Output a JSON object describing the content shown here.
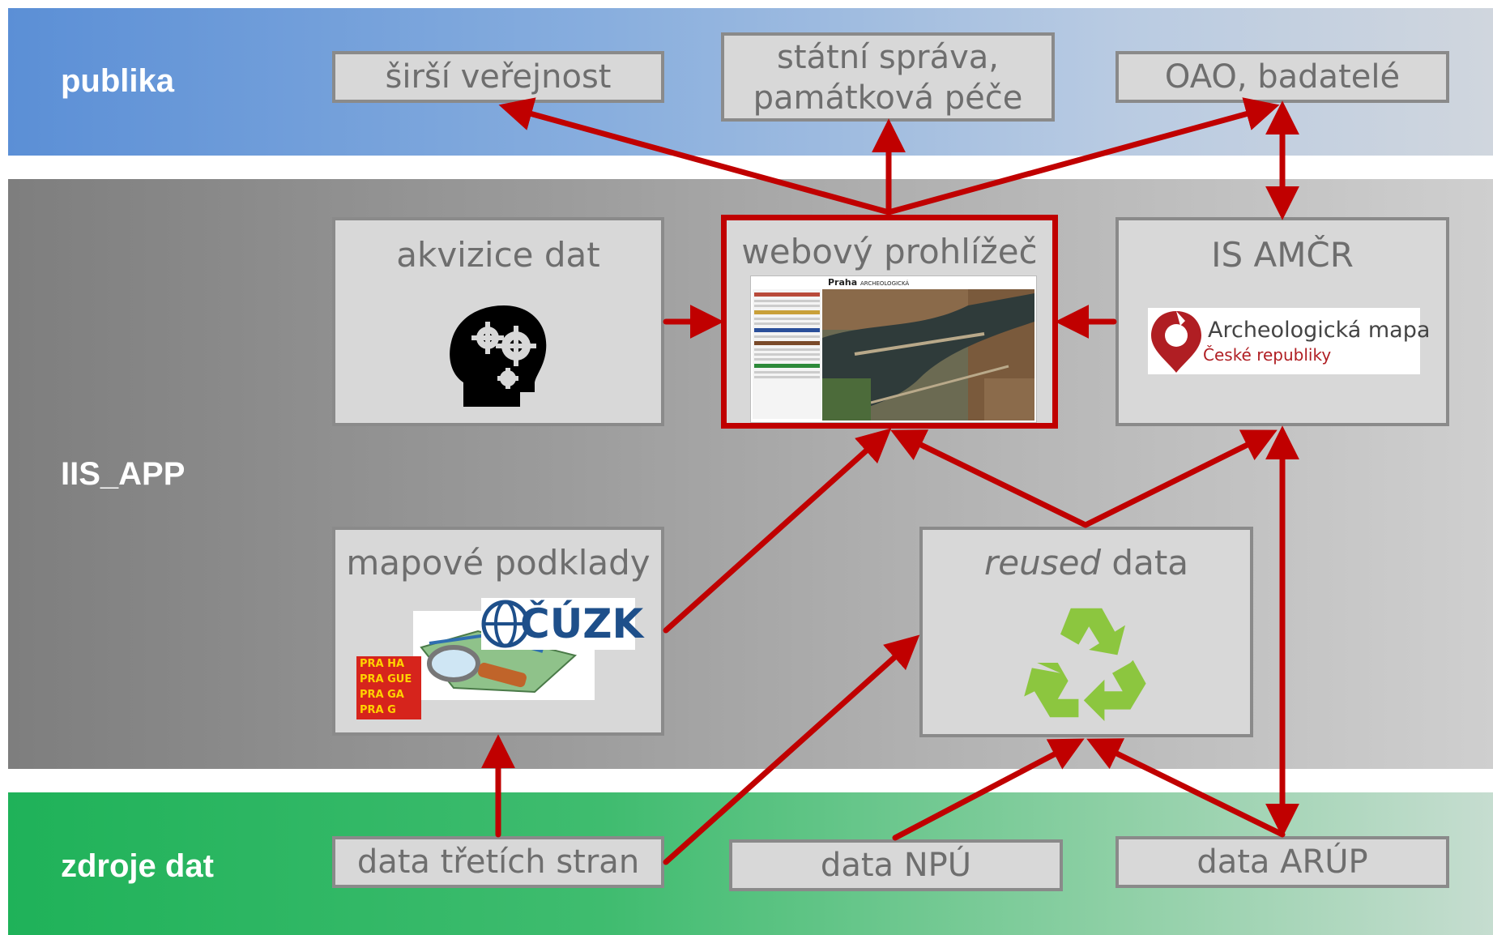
{
  "bands": {
    "top": "publika",
    "middle": "IIS_APP",
    "bottom": "zdroje dat"
  },
  "audience": {
    "public": "širší veřejnost",
    "state": "státní správa, památková péče",
    "state_line1": "státní správa,",
    "state_line2": "památková péče",
    "oao": "OAO, badatelé"
  },
  "app": {
    "acquisition": "akvizice dat",
    "viewer": "webový prohlížeč",
    "amcr": "IS AMČR",
    "maps": "mapové podklady",
    "reused_em": "reused",
    "reused_rest": " data"
  },
  "sources": {
    "third": "data třetích stran",
    "npu": "data NPÚ",
    "arup": "data ARÚP"
  },
  "logos": {
    "amcr_line1": "Archeologická mapa",
    "amcr_line2": "České republiky",
    "cuzk": "ČÚZK",
    "prague_rows": [
      "PRA HA",
      "PRA GUE",
      "PRA GA",
      "PRA G"
    ],
    "viewer_brand": "Praha",
    "viewer_brand_sub": "ARCHEOLOGICKÁ"
  },
  "colors": {
    "arrow": "#c00000",
    "recycle": "#8cc63f",
    "amcr_red": "#b01e23"
  }
}
